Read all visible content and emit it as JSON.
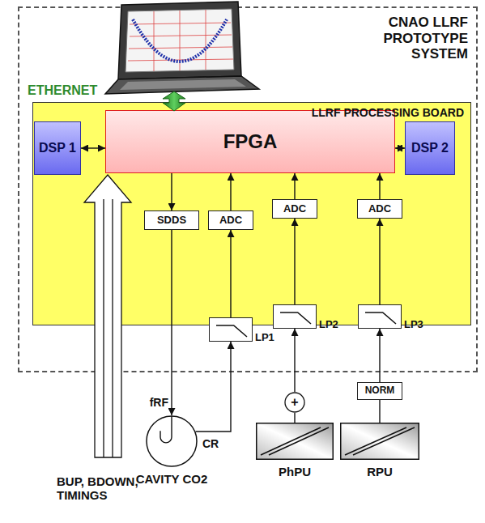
{
  "diagram": {
    "nodes": [
      {
        "text": [
          "CNAO LLRF PROTOTYPE SYSTEM"
        ]
      },
      {
        "text": [
          "LLRF PROCESSING BOARD"
        ],
        "in": 0
      },
      {
        "text": [
          "FPGA"
        ],
        "in": 1
      },
      {
        "text": [
          "DSP 1"
        ],
        "in": 1
      },
      {
        "text": [
          "DSP 2"
        ],
        "in": 1
      },
      {
        "text": [
          "SDDS"
        ],
        "in": 1
      },
      {
        "text": [
          "ADC"
        ],
        "in": 1
      },
      {
        "text": [
          "ADC"
        ],
        "in": 1
      },
      {
        "text": [
          "ADC"
        ],
        "in": 1
      },
      {
        "text": [
          "LP1"
        ],
        "in": 0
      },
      {
        "text": [
          "LP2"
        ],
        "in": 0
      },
      {
        "text": [
          "LP3"
        ],
        "in": 0
      },
      {
        "text": [
          "CAVITY CO2"
        ]
      },
      {
        "text": [
          "+"
        ]
      },
      {
        "text": [
          "PhPU"
        ]
      },
      {
        "text": [
          "NORM"
        ]
      },
      {
        "text": [
          "RPU"
        ]
      }
    ],
    "edges": [
      {
        "from": 3,
        "to": 2,
        "arrow": "both"
      },
      {
        "from": 4,
        "to": 2,
        "arrow": "both"
      },
      {
        "from": 2,
        "to": 5,
        "arrow": "to"
      },
      {
        "from": 5,
        "to": 12,
        "arrow": "to"
      },
      {
        "from": 12,
        "to": 9,
        "arrow": "to"
      },
      {
        "from": 9,
        "to": 6,
        "arrow": "to"
      },
      {
        "from": 6,
        "to": 2,
        "arrow": "to"
      },
      {
        "from": 14,
        "to": 13,
        "arrow": "none"
      },
      {
        "from": 13,
        "to": 10,
        "arrow": "to"
      },
      {
        "from": 10,
        "to": 7,
        "arrow": "to"
      },
      {
        "from": 7,
        "to": 2,
        "arrow": "to"
      },
      {
        "from": 16,
        "to": 15,
        "arrow": "none"
      },
      {
        "from": 15,
        "to": 11,
        "arrow": "to"
      },
      {
        "from": 11,
        "to": 8,
        "arrow": "to"
      },
      {
        "from": 8,
        "to": 2,
        "arrow": "to"
      }
    ],
    "labels": [
      "ETHERNET",
      "BUP, BDOWN, TIMINGS",
      "fRF",
      "CR"
    ]
  }
}
